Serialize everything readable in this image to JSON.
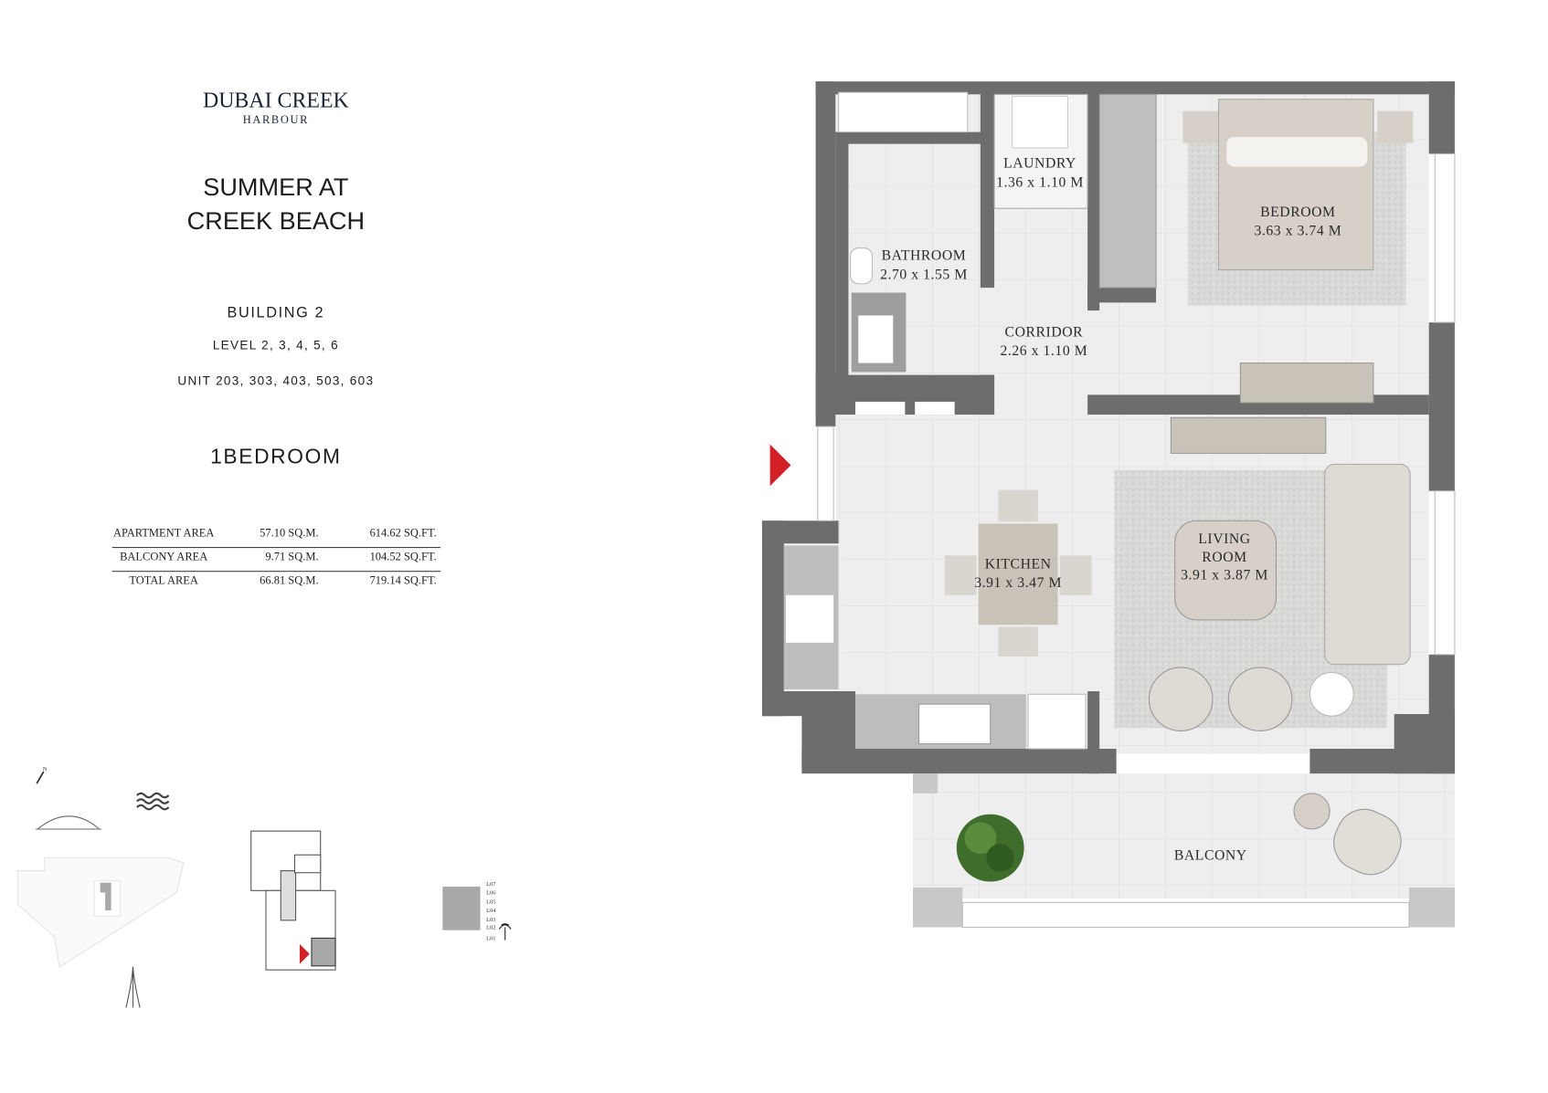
{
  "brand": {
    "name": "DUBAI CREEK",
    "sub": "HARBOUR"
  },
  "project": {
    "line1": "SUMMER AT",
    "line2": "CREEK BEACH"
  },
  "building": "BUILDING 2",
  "levels": "LEVEL 2, 3, 4, 5, 6",
  "units": "UNIT 203, 303, 403, 503, 603",
  "unit_type": "1BEDROOM",
  "area_table": [
    {
      "label": "APARTMENT AREA",
      "sqm": "57.10 SQ.M.",
      "sqft": "614.62 SQ.FT."
    },
    {
      "label": "BALCONY AREA",
      "sqm": "9.71 SQ.M.",
      "sqft": "104.52 SQ.FT."
    },
    {
      "label": "TOTAL AREA",
      "sqm": "66.81 SQ.M.",
      "sqft": "719.14 SQ.FT."
    }
  ],
  "rooms": {
    "laundry": {
      "name": "LAUNDRY",
      "dims": "1.36 x 1.10 M"
    },
    "bathroom": {
      "name": "BATHROOM",
      "dims": "2.70 x 1.55 M"
    },
    "corridor": {
      "name": "CORRIDOR",
      "dims": "2.26 x 1.10 M"
    },
    "bedroom": {
      "name": "BEDROOM",
      "dims": "3.63 x 3.74 M"
    },
    "kitchen": {
      "name": "KITCHEN",
      "dims": "3.91 x 3.47 M"
    },
    "living": {
      "name1": "LIVING",
      "name2": "ROOM",
      "dims": "3.91 x 3.87 M"
    },
    "balcony": {
      "name": "BALCONY"
    }
  },
  "key_plan": {
    "compass_label": "N",
    "levels": [
      "L07",
      "L06",
      "L05",
      "L04",
      "L03",
      "L02",
      "L01"
    ]
  },
  "colors": {
    "wall": "#6d6d6d",
    "floor": "#ededed",
    "entry_marker": "#d32027",
    "furniture": "#d6d0c8"
  }
}
